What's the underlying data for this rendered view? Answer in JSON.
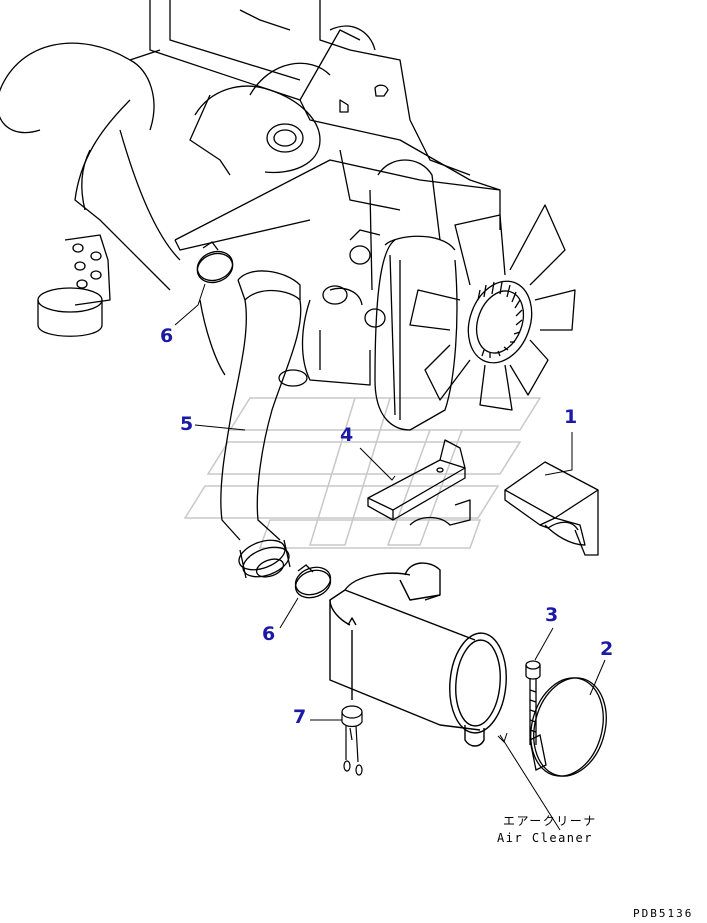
{
  "parts": [
    {
      "id": "1",
      "label": "1"
    },
    {
      "id": "2",
      "label": "2"
    },
    {
      "id": "3",
      "label": "3"
    },
    {
      "id": "4",
      "label": "4"
    },
    {
      "id": "5",
      "label": "5"
    },
    {
      "id": "6a",
      "label": "6"
    },
    {
      "id": "6b",
      "label": "6"
    },
    {
      "id": "7",
      "label": "7"
    }
  ],
  "air_cleaner": {
    "label_jp": "エアークリーナ",
    "label_en": "Air Cleaner"
  },
  "drawing_code": "PDB5136",
  "colors": {
    "line": "#000000",
    "callout": "#1a1aa6",
    "watermark": "#c8c8c8"
  }
}
